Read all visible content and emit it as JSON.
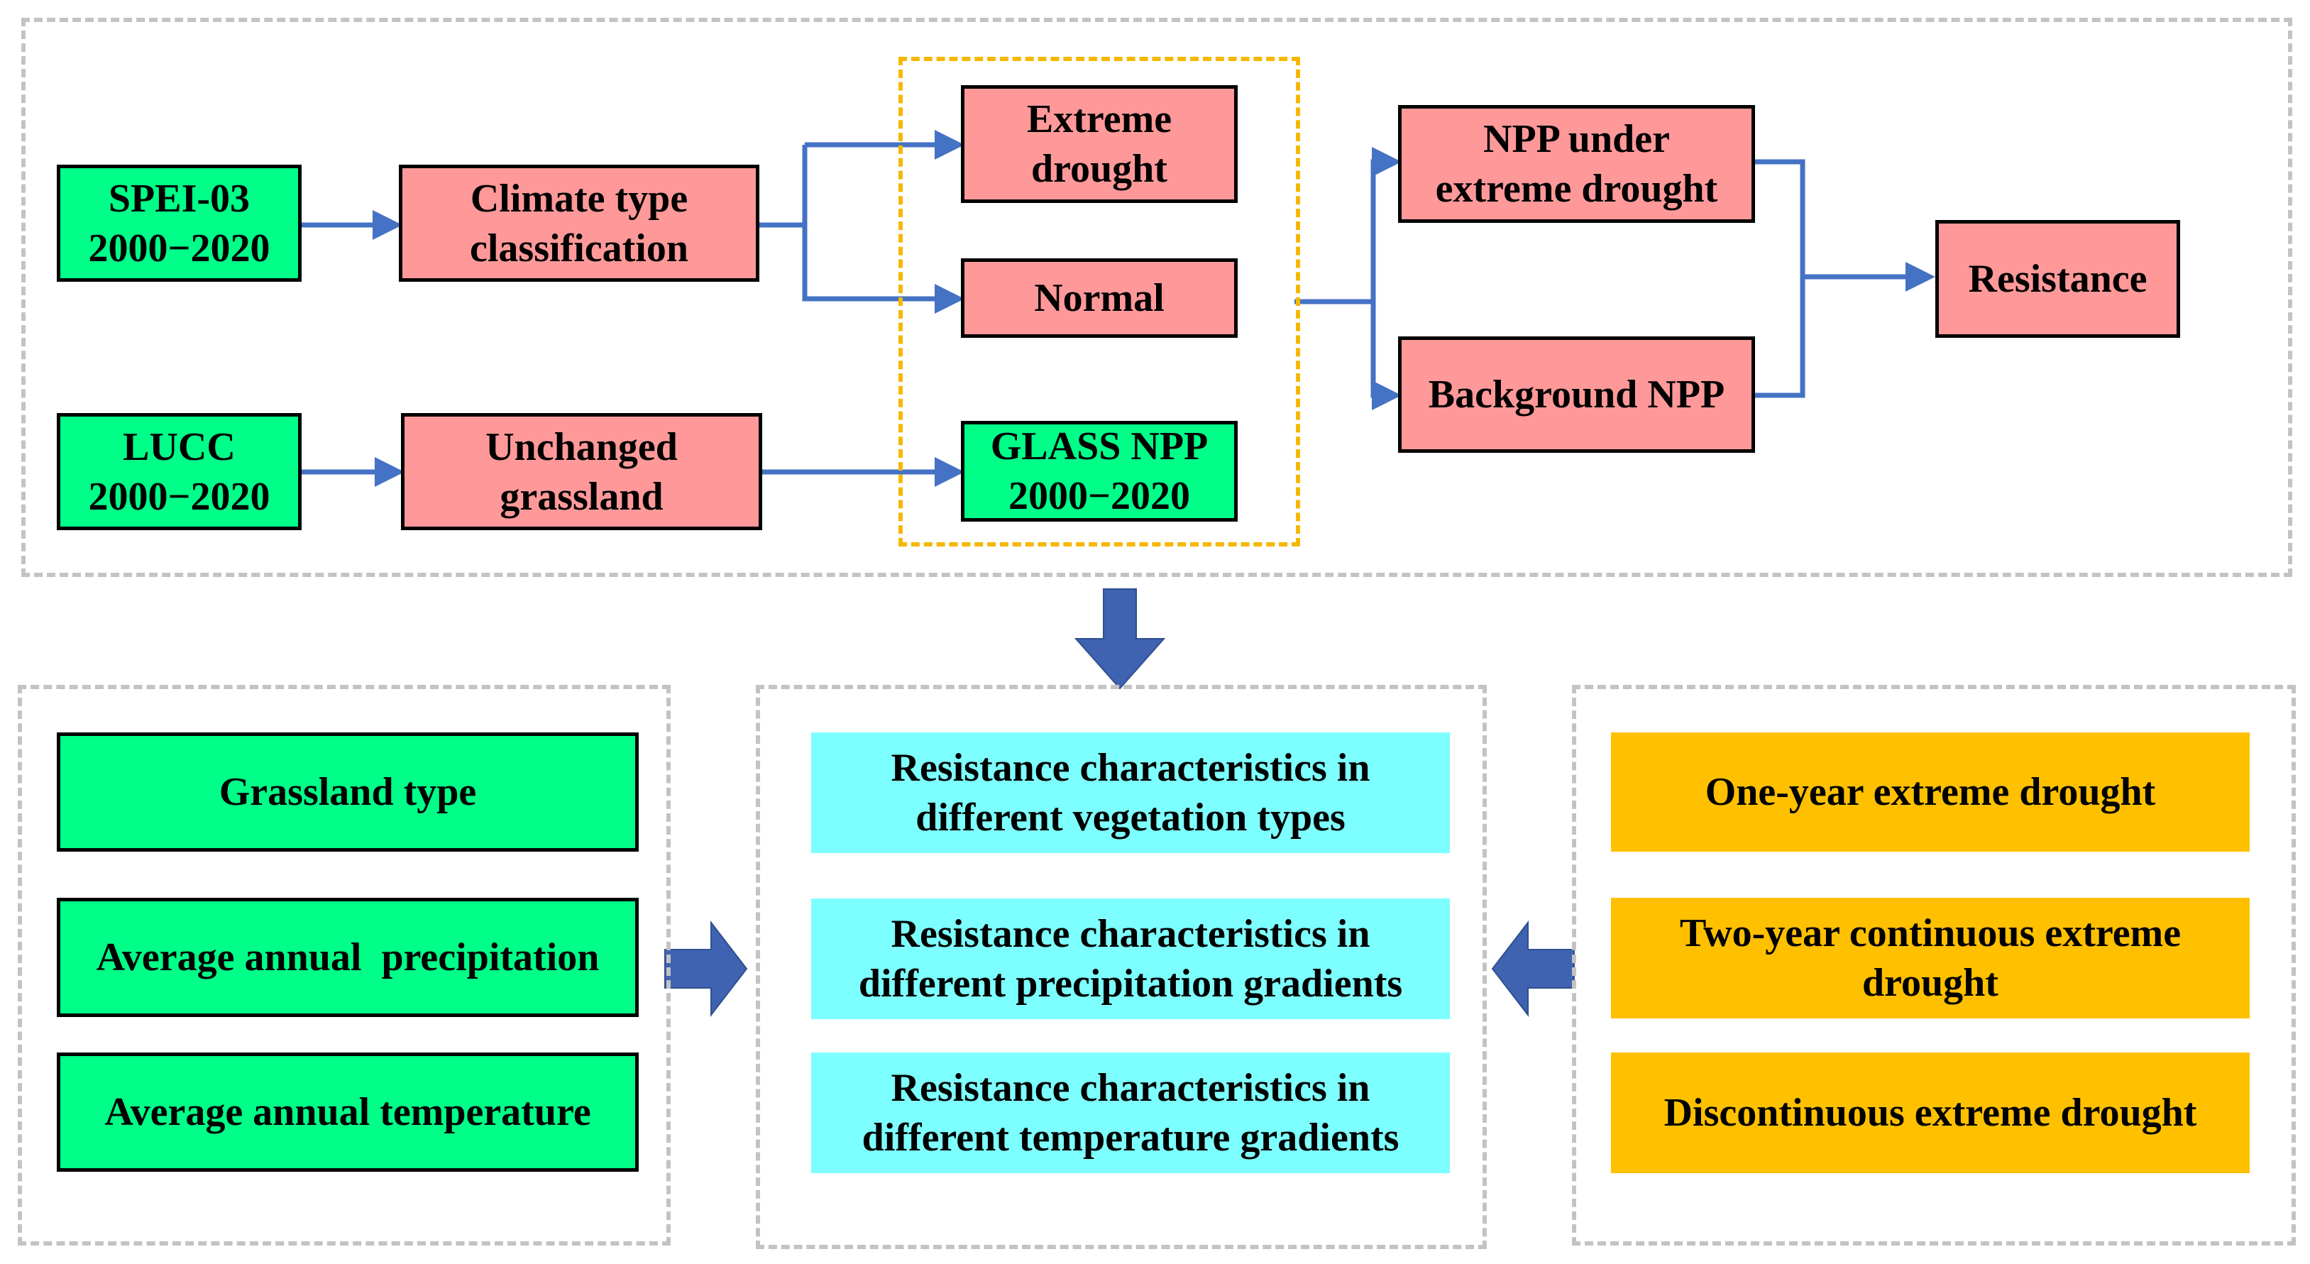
{
  "colors": {
    "input_green": "#00ff88",
    "process_pink": "#ff9999",
    "result_cyan": "#7dffff",
    "drought_orange": "#ffc000",
    "arrow_blue": "#4472c4",
    "arrow_block_blue": "#3f63b0",
    "frame_gray": "#c3c3c3",
    "frame_orange": "#f5b800"
  },
  "top": {
    "spei": {
      "line1": "SPEI-03",
      "line2": "2000−2020"
    },
    "lucc": {
      "line1": "LUCC",
      "line2": "2000−2020"
    },
    "climate": {
      "line1": "Climate type",
      "line2": "classification"
    },
    "unchanged": {
      "line1": "Unchanged",
      "line2": "grassland"
    },
    "extreme": {
      "line1": "Extreme",
      "line2": "drought"
    },
    "normal": "Normal",
    "glass": {
      "line1": "GLASS NPP",
      "line2": "2000−2020"
    },
    "npp_extreme": {
      "line1": "NPP under",
      "line2": "extreme drought"
    },
    "background": "Background NPP",
    "resistance": "Resistance"
  },
  "left": {
    "items": [
      "Grassland type",
      "Average annual  precipitation",
      "Average annual temperature"
    ]
  },
  "center": {
    "items": [
      {
        "line1": "Resistance characteristics in",
        "line2": "different vegetation types"
      },
      {
        "line1": "Resistance characteristics in",
        "line2": "different precipitation gradients"
      },
      {
        "line1": "Resistance characteristics in",
        "line2": "different temperature gradients"
      }
    ]
  },
  "right": {
    "items": [
      {
        "line1": "One-year extreme drought",
        "line2": ""
      },
      {
        "line1": "Two-year continuous extreme",
        "line2": "drought"
      },
      {
        "line1": "Discontinuous extreme drought",
        "line2": ""
      }
    ]
  }
}
